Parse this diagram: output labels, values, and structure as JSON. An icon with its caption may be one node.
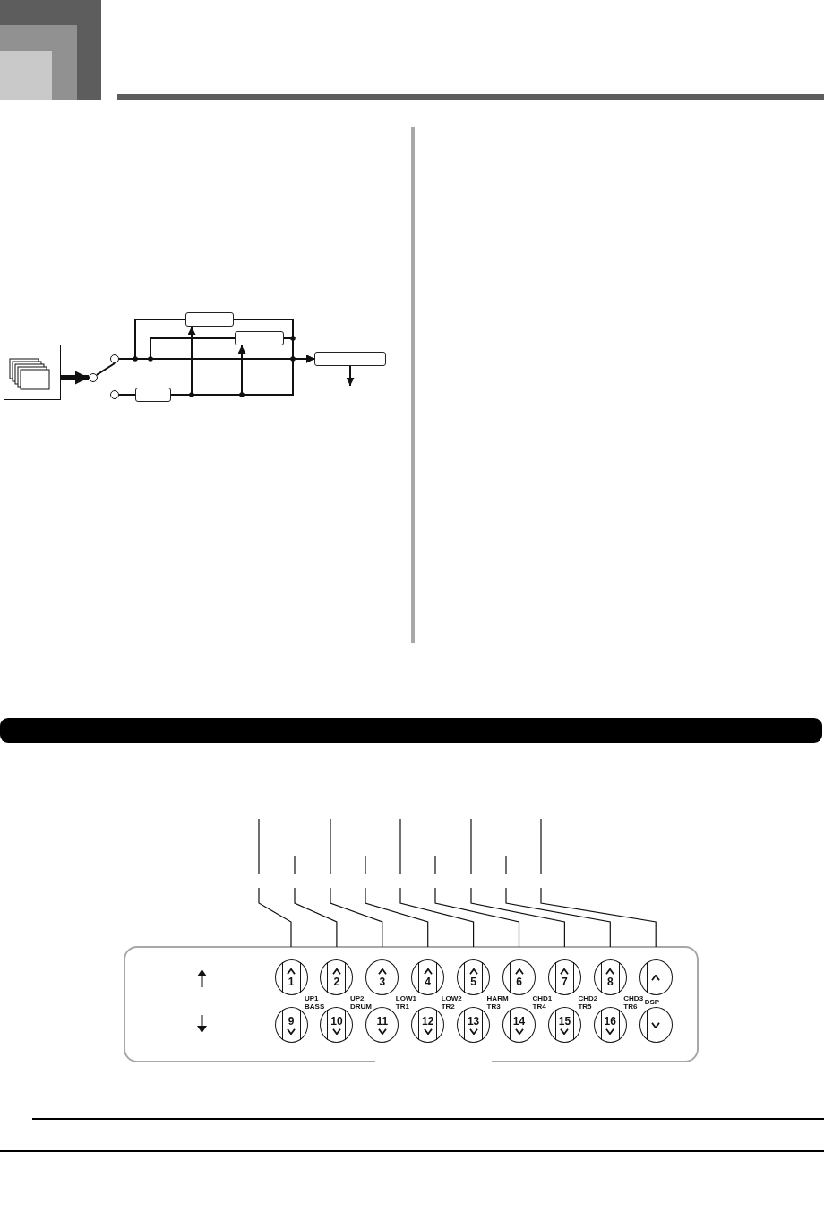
{
  "diagram": {
    "nodes": [
      {
        "text": [],
        "shape": "picture"
      },
      {
        "text": [],
        "shape": "circle"
      },
      {
        "text": [],
        "shape": "circle"
      },
      {
        "text": [],
        "shape": "circle"
      },
      {
        "text": [],
        "shape": "box"
      },
      {
        "text": [],
        "shape": "box"
      },
      {
        "text": [],
        "shape": "box"
      },
      {
        "text": [],
        "shape": "box"
      },
      {
        "text": [],
        "shape": "bar"
      },
      {
        "text": [
          "1"
        ]
      },
      {
        "text": [
          "2"
        ]
      },
      {
        "text": [
          "3"
        ]
      },
      {
        "text": [
          "4"
        ]
      },
      {
        "text": [
          "5"
        ]
      },
      {
        "text": [
          "6"
        ]
      },
      {
        "text": [
          "7"
        ]
      },
      {
        "text": [
          "8"
        ]
      },
      {
        "text": [],
        "shape": "circle"
      },
      {
        "text": [
          "9"
        ],
        "beside": [
          "UP1 BASS"
        ]
      },
      {
        "text": [
          "10"
        ],
        "beside": [
          "UP2 DRUM"
        ]
      },
      {
        "text": [
          "11"
        ],
        "beside": [
          "LOW1 TR1"
        ]
      },
      {
        "text": [
          "12"
        ],
        "beside": [
          "LOW2 TR2"
        ]
      },
      {
        "text": [
          "13"
        ],
        "beside": [
          "HARM TR3"
        ]
      },
      {
        "text": [
          "14"
        ],
        "beside": [
          "CHD1 TR4"
        ]
      },
      {
        "text": [
          "15"
        ],
        "beside": [
          "CHD2 TR5"
        ]
      },
      {
        "text": [
          "16"
        ],
        "beside": [
          "CHD3 TR6"
        ]
      },
      {
        "text": [],
        "shape": "circle",
        "beside": [
          "DSP"
        ]
      }
    ],
    "edges": [
      {
        "from": 0,
        "to": 1,
        "arrow": "to",
        "style": "thick"
      },
      {
        "from": 1,
        "to": 2,
        "arrow": "none"
      },
      {
        "from": 2,
        "to": 4,
        "arrow": "none"
      },
      {
        "from": 2,
        "to": 5,
        "arrow": "none"
      },
      {
        "from": 2,
        "to": 7,
        "arrow": "to"
      },
      {
        "from": 4,
        "to": 7,
        "arrow": "to"
      },
      {
        "from": 5,
        "to": 7,
        "arrow": "to"
      },
      {
        "from": 3,
        "to": 6,
        "arrow": "none"
      },
      {
        "from": 6,
        "to": 7,
        "arrow": "to"
      },
      {
        "from": 6,
        "to": 4,
        "arrow": "to"
      },
      {
        "from": 6,
        "to": 5,
        "arrow": "to"
      },
      {
        "from": 7,
        "to": null,
        "arrow": "to"
      },
      {
        "from": null,
        "to": 9,
        "arrow": "none"
      },
      {
        "from": null,
        "to": 10,
        "arrow": "none"
      },
      {
        "from": null,
        "to": 11,
        "arrow": "none"
      },
      {
        "from": null,
        "to": 12,
        "arrow": "none"
      },
      {
        "from": null,
        "to": 13,
        "arrow": "none"
      },
      {
        "from": null,
        "to": 14,
        "arrow": "none"
      },
      {
        "from": null,
        "to": 15,
        "arrow": "none"
      },
      {
        "from": null,
        "to": 16,
        "arrow": "none"
      },
      {
        "from": null,
        "to": 17,
        "arrow": "none"
      }
    ]
  }
}
